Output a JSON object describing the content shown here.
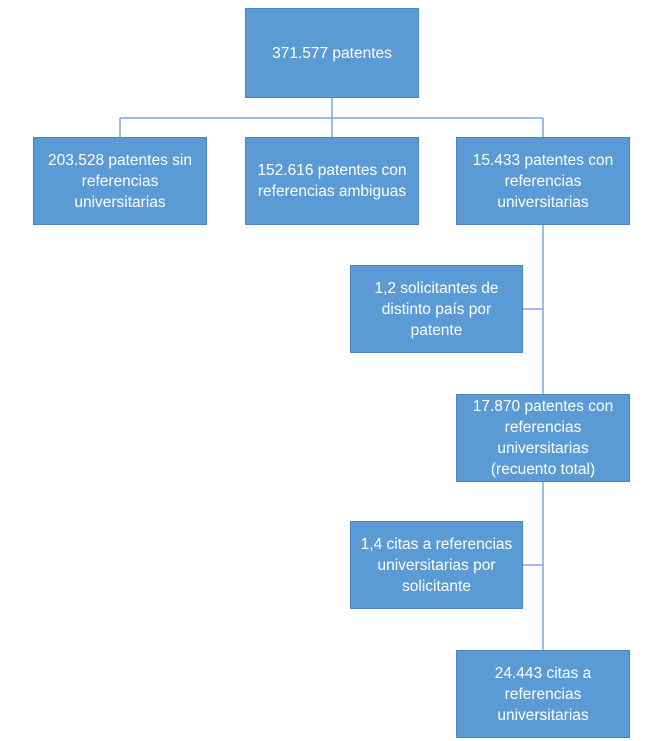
{
  "nodes": {
    "root": "371.577 patentes",
    "sin_referencias": "203.528 patentes sin referencias universitarias",
    "ambiguas": "152.616 patentes con referencias ambiguas",
    "con_referencias": "15.433 patentes con referencias universitarias",
    "solicitantes": "1,2 solicitantes de distinto país por patente",
    "recuento_total": "17.870 patentes con referencias universitarias (recuento total)",
    "citas_por_solicitante": "1,4 citas a referencias universitarias por solicitante",
    "citas_total": "24.443 citas a referencias universitarias"
  },
  "colors": {
    "box_fill": "#5b9bd5",
    "box_border": "#4a86bd",
    "connector": "#7fa7d6",
    "text": "#ffffff"
  }
}
